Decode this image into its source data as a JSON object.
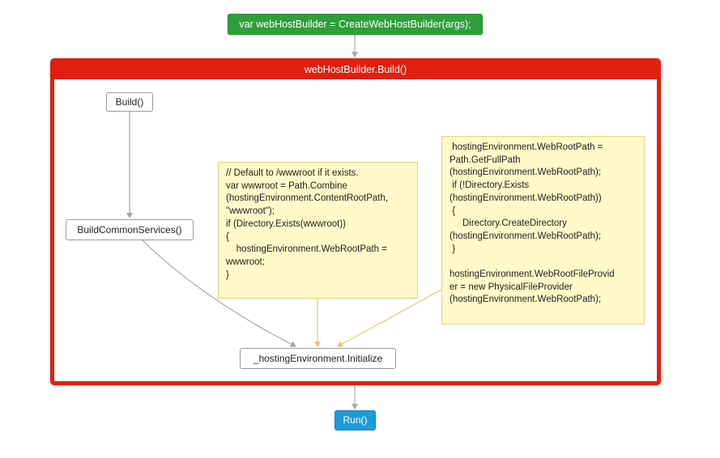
{
  "nodes": {
    "create_builder": "var webHostBuilder = CreateWebHostBuilder(args);",
    "group_title": "webHostBuilder.Build()",
    "build": "Build()",
    "build_common_services": "BuildCommonServices()",
    "initialize": "_hostingEnvironment.Initialize",
    "run": "Run()"
  },
  "notes": {
    "wwwroot_default": "// Default to /wwwroot if it exists.\nvar wwwroot = Path.Combine\n(hostingEnvironment.ContentRootPath,\n\"wwwroot\");\nif (Directory.Exists(wwwroot))\n{\n    hostingEnvironment.WebRootPath =\nwwwroot;\n}",
    "webroot_provider": " hostingEnvironment.WebRootPath =\nPath.GetFullPath\n(hostingEnvironment.WebRootPath);\n if (!Directory.Exists\n(hostingEnvironment.WebRootPath))\n {\n     Directory.CreateDirectory\n(hostingEnvironment.WebRootPath);\n }\n\nhostingEnvironment.WebRootFileProvid\ner = new PhysicalFileProvider\n(hostingEnvironment.WebRootPath);"
  },
  "colors": {
    "start_node": "#2e9f3a",
    "group_frame": "#e01f10",
    "end_node": "#1e9ad9",
    "note_fill": "#fff8c8",
    "edge_gray": "#a6a6a6",
    "edge_note": "#e8c27a"
  }
}
